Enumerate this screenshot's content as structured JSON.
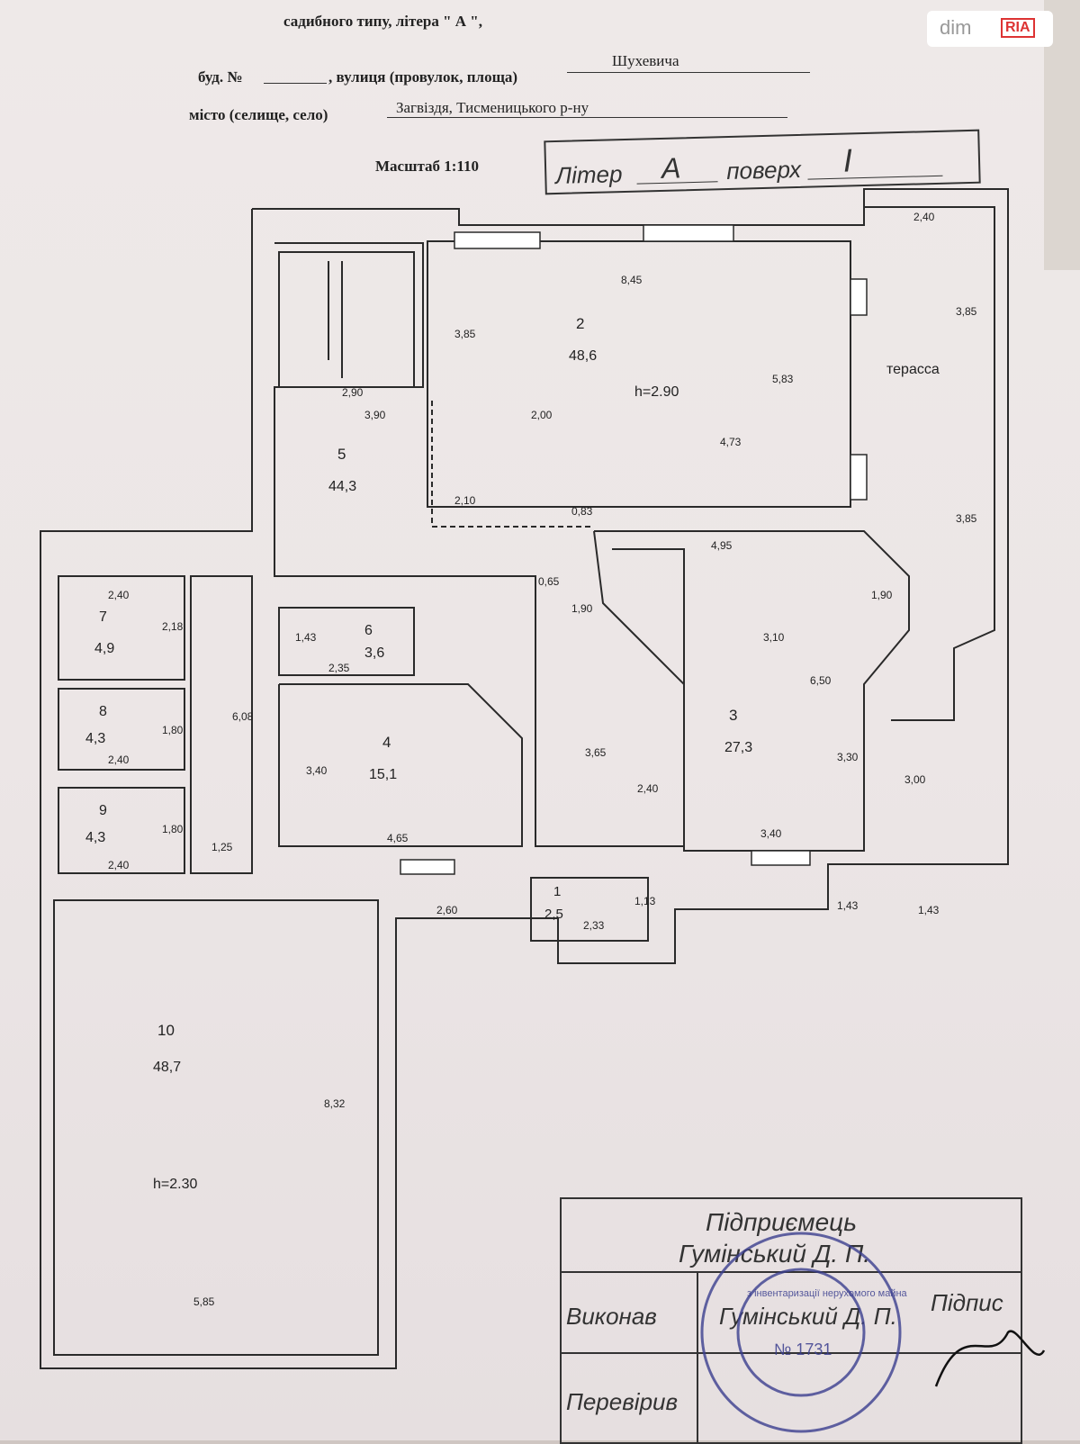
{
  "header": {
    "line1": "садибного типу,  літера \"  А   \",",
    "house_label": "буд. №",
    "street_label": ", вулиця (провулок, площа)",
    "street_value": "Шухевича",
    "city_label": "місто (селище, село)",
    "city_value": "Загвіздя, Тисменицького р-ну",
    "scale": "Масштаб 1:110"
  },
  "stamp_box": {
    "litera_label": "Літер",
    "litera_value": "А",
    "floor_label": "поверх",
    "floor_value": "І"
  },
  "logo": {
    "brand": "dim",
    "sub": "RIA"
  },
  "rooms": [
    {
      "num": "1",
      "area": "2,5"
    },
    {
      "num": "2",
      "area": "48,6"
    },
    {
      "num": "3",
      "area": "27,3"
    },
    {
      "num": "4",
      "area": "15,1"
    },
    {
      "num": "5",
      "area": "44,3"
    },
    {
      "num": "6",
      "area": "3,6"
    },
    {
      "num": "7",
      "area": "4,9"
    },
    {
      "num": "8",
      "area": "4,3"
    },
    {
      "num": "9",
      "area": "4,3"
    },
    {
      "num": "10",
      "area": "48,7"
    }
  ],
  "heights": {
    "main": "h=2.90",
    "garage": "h=2.30"
  },
  "terrace": "терасса",
  "dimensions": [
    "2,40",
    "8,45",
    "3,85",
    "5,83",
    "3,85",
    "2,90",
    "3,90",
    "2,00",
    "4,73",
    "2,10",
    "0,83",
    "3,85",
    "4,95",
    "0,65",
    "1,90",
    "1,90",
    "2,40",
    "2,18",
    "6,08",
    "1,43",
    "2,35",
    "3,10",
    "6,50",
    "1,80",
    "2,40",
    "3,40",
    "3,65",
    "2,40",
    "3,30",
    "3,00",
    "1,80",
    "1,25",
    "2,40",
    "4,65",
    "3,40",
    "2,60",
    "2,33",
    "1,13",
    "1,43",
    "1,43",
    "8,32",
    "5,85"
  ],
  "signature_block": {
    "line1": "Підприємець",
    "line2": "Гумінський Д. П.",
    "performed_label": "Виконав",
    "performer": "Гумінський Д. П.",
    "sign_label": "Підпис",
    "checked_label": "Перевірив"
  },
  "seal": {
    "number": "№ 1731",
    "center_text": "з інвентаризації нерухомого майна"
  }
}
